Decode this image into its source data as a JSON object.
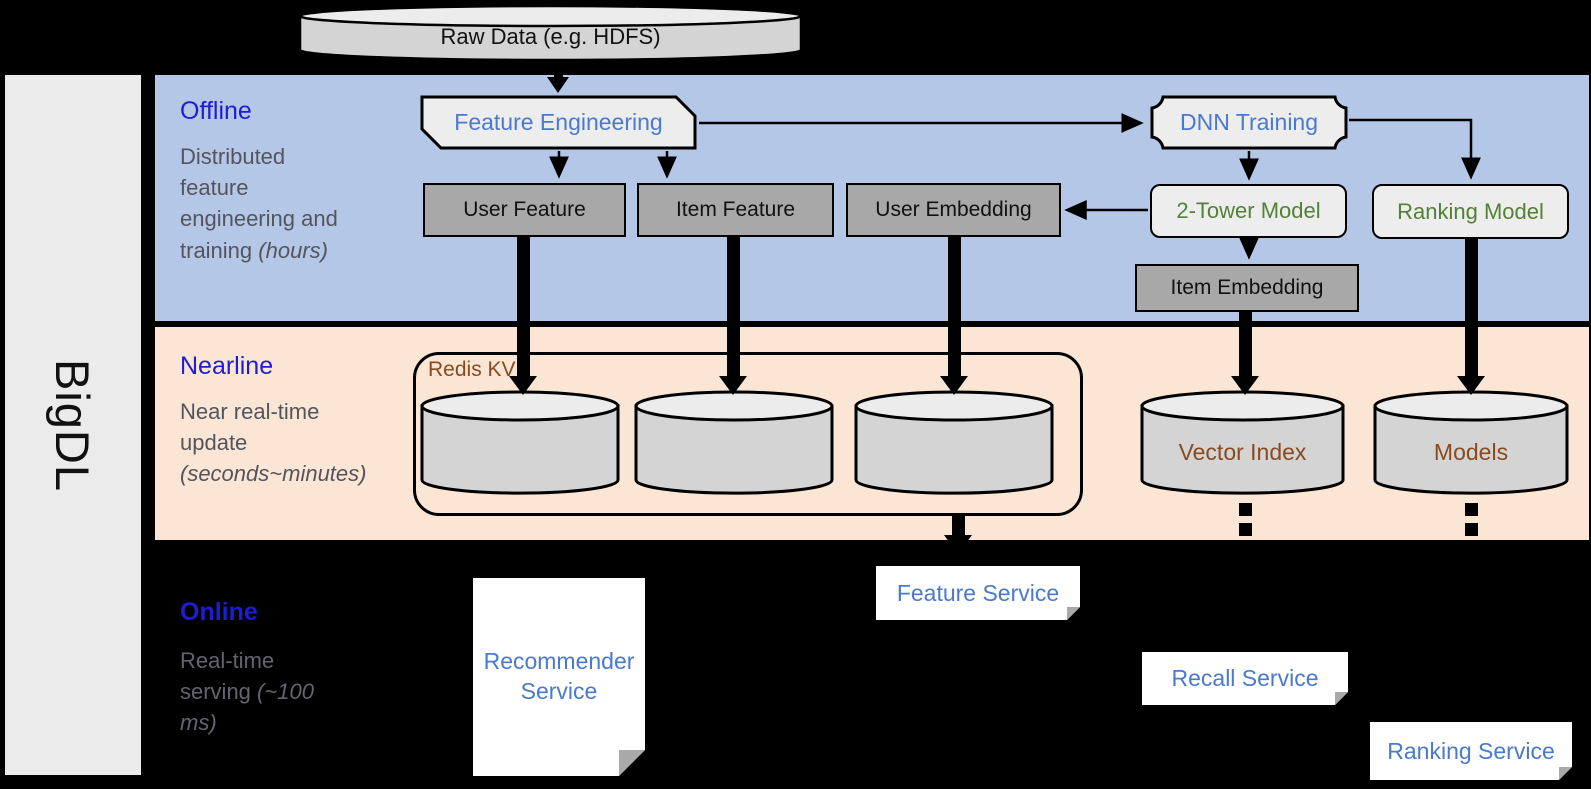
{
  "brand": {
    "name": "BigDL"
  },
  "colors": {
    "offline_bg": "#b5c7e7",
    "nearline_bg": "#fbe5d4",
    "online_bg": "#000000",
    "section_title_blue": "#1d1dd4",
    "service_text_blue": "#4a79cf",
    "model_text_green": "#538135",
    "store_text_brown": "#8a4a1e",
    "box_gray": "#a8a8a8"
  },
  "raw_data": {
    "label": "Raw Data (e.g. HDFS)"
  },
  "sections": {
    "offline": {
      "title": "Offline",
      "desc": "Distributed feature engineering and training ",
      "desc_em": "(hours)"
    },
    "nearline": {
      "title": "Nearline",
      "desc": "Near real-time update ",
      "desc_em": "(seconds~minutes)"
    },
    "online": {
      "title": "Online",
      "desc": "Real-time serving ",
      "desc_em": "(~100 ms)"
    }
  },
  "offline_nodes": {
    "feature_engineering": "Feature Engineering",
    "dnn_training": "DNN Training",
    "user_feature": "User Feature",
    "item_feature": "Item Feature",
    "user_embedding": "User Embedding",
    "two_tower_model": "2-Tower Model",
    "ranking_model": "Ranking Model",
    "item_embedding": "Item Embedding"
  },
  "nearline_nodes": {
    "redis_kv": "Redis KV",
    "vector_index": "Vector Index",
    "models": "Models"
  },
  "online_nodes": {
    "recommender_service": "Recommender Service",
    "feature_service": "Feature Service",
    "recall_service": "Recall Service",
    "ranking_service": "Ranking Service"
  }
}
